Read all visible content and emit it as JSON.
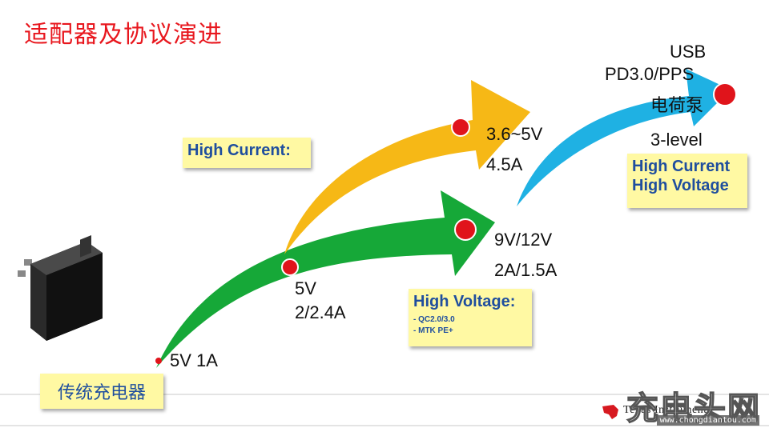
{
  "slide": {
    "title": "适配器及协议演进"
  },
  "stages": {
    "start_label": "5V  1A",
    "stage1": {
      "voltage": "5V",
      "current": "2/2.4A"
    },
    "stage2_orange": {
      "voltage": "3.6~5V",
      "current": "4.5A"
    },
    "stage2_green": {
      "voltage": "9V/12V",
      "current": "2A/1.5A"
    },
    "stage3": {
      "line1": "USB",
      "line2": "PD3.0/PPS",
      "line3": "电荷泵",
      "line4": "3-level"
    }
  },
  "notes": {
    "high_current": {
      "title": "High Current:"
    },
    "high_voltage": {
      "title": "High Voltage:",
      "items": [
        "- QC2.0/3.0",
        "- MTK PE+"
      ]
    },
    "high_both": {
      "line1": "High Current",
      "line2": "High Voltage"
    }
  },
  "footer": {
    "traditional_charger": "传统充电器",
    "brand": "Texas Instruments",
    "watermark": "充电头网",
    "watermark_url": "www.chongdiantou.com"
  },
  "colors": {
    "title": "#e8171e",
    "green_arrow": "#16a838",
    "orange_arrow": "#f6b816",
    "blue_arrow": "#1fb1e3",
    "dot": "#e0141b",
    "note_bg": "#fff9a3",
    "note_text": "#1f4e9e"
  },
  "icons": [
    "charger-image",
    "ti-logo-icon"
  ]
}
